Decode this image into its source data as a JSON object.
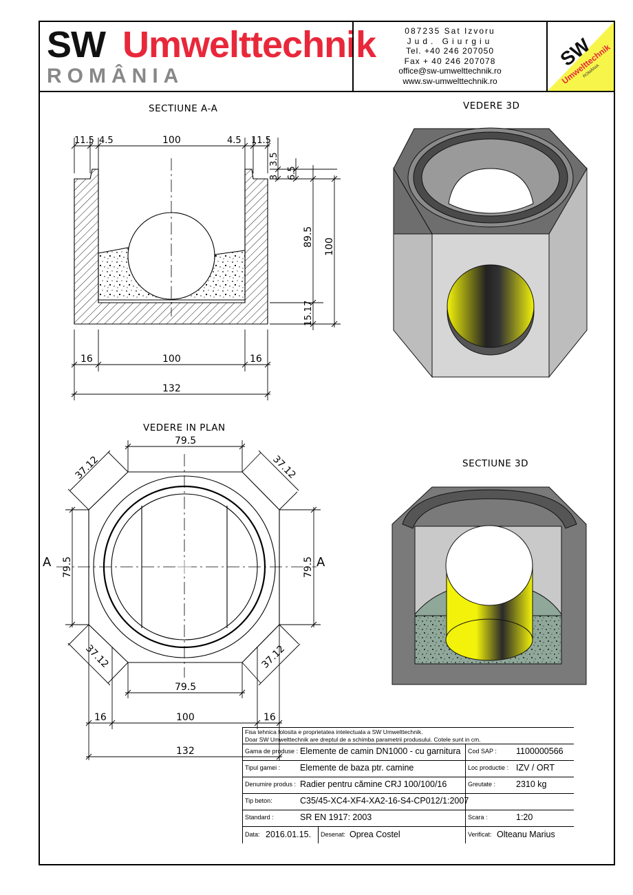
{
  "header": {
    "brand_sw": "SW",
    "brand_name": "Umwelttechnik",
    "brand_country": "ROMÂNIA",
    "contact": [
      "087235 Sat Izvoru",
      "Jud. Giurgiu",
      "Tel. +40 246 207050",
      "Fax + 40 246 207078",
      "office@sw-umwelttechnik.ro",
      "www.sw-umwelttechnik.ro"
    ],
    "logo": {
      "text_sw": "SW",
      "text_name": "Umwelttechnik",
      "text_country": "ROMÂNIA",
      "bg_color": "#f7f54a",
      "red": "#e8283a"
    }
  },
  "views": {
    "section_aa": "SECTIUNE A-A",
    "view_3d": "VEDERE 3D",
    "plan_view": "VEDERE IN PLAN",
    "section_3d": "SECTIUNE 3D"
  },
  "dims_section": {
    "top": [
      "11.5",
      "4.5",
      "100",
      "4.5",
      "11.5"
    ],
    "right": [
      "3.5",
      "3",
      "6.5",
      "89.5",
      "100",
      "15.17"
    ],
    "bottom_inner": [
      "16",
      "100",
      "16"
    ],
    "bottom_total": "132"
  },
  "dims_plan": {
    "top": "79.5",
    "diag_tl": "37.12",
    "diag_tr": "37.12",
    "diag_bl": "37.12",
    "diag_br": "37.12",
    "left": "79.5",
    "right": "79.5",
    "section_mark": "A",
    "bottom_inner": "79.5",
    "bottom_row": [
      "16",
      "100",
      "16"
    ],
    "bottom_total": "132"
  },
  "title_block": {
    "note1": "Fisa tehnica folosita e proprietatea intelectuala a SW Umwelttechnik.",
    "note2": "Doar SW Umwelttechnik are dreptul de a schimba parametrii produsului. Cotele sunt in cm.",
    "gama_label": "Gama de produse :",
    "gama_value": "Elemente de camin DN1000 - cu garnitura",
    "sap_label": "Cod SAP :",
    "sap_value": "1100000566",
    "tip_label": "Tipul gamei :",
    "tip_value": "Elemente de baza ptr. camine",
    "loc_label": "Loc productie :",
    "loc_value": "IZV / ORT",
    "den_label": "Denumire produs :",
    "den_value": "Radier pentru cămine CRJ 100/100/16",
    "greu_label": "Greutate :",
    "greu_value": "2310 kg",
    "beton_label": "Tip beton:",
    "beton_value": "C35/45-XC4-XF4-XA2-16-S4-CP012/1:2007",
    "std_label": "Standard :",
    "std_value": "SR EN 1917: 2003",
    "scara_label": "Scara :",
    "scara_value": "1:20",
    "data_label": "Data:",
    "data_value": "2016.01.15.",
    "desenat_label": "Desenat:",
    "desenat_value": "Oprea Costel",
    "verif_label": "Verificat:",
    "verif_value": "Olteanu Marius"
  }
}
